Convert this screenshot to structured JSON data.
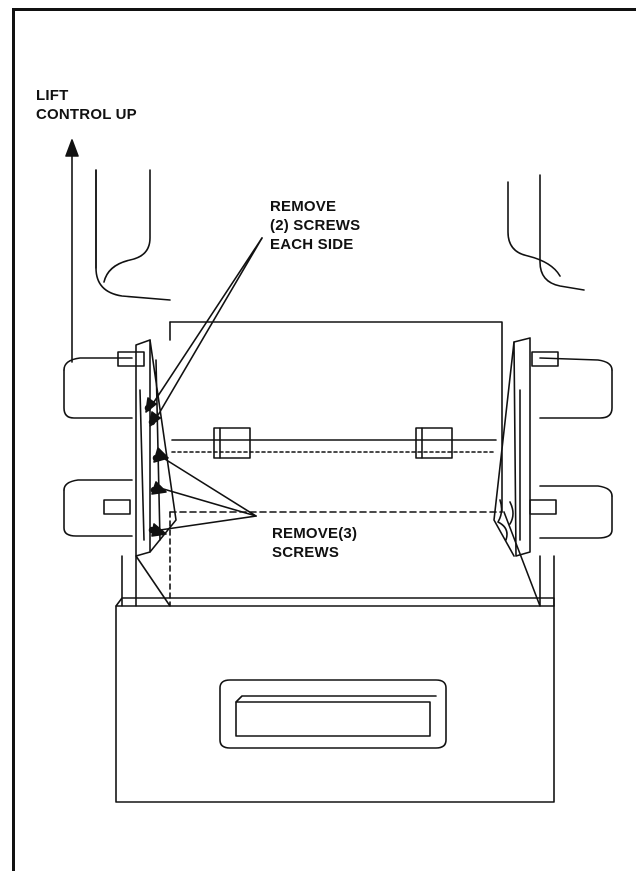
{
  "labels": {
    "lift_control": [
      "LIFT",
      "CONTROL UP"
    ],
    "remove_two_screws": [
      "REMOVE",
      "(2) SCREWS",
      "EACH SIDE"
    ],
    "remove_three_screws": [
      "REMOVE(3)",
      "SCREWS"
    ]
  },
  "colors": {
    "ink": "#111111",
    "paper": "#ffffff"
  }
}
